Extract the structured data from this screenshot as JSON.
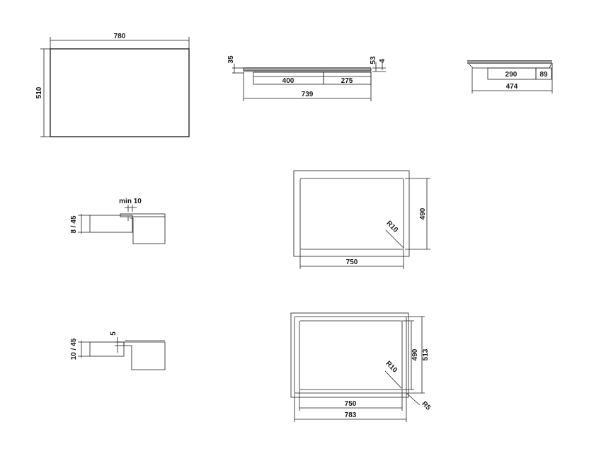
{
  "views": {
    "top": {
      "width": "780",
      "depth": "510"
    },
    "front": {
      "height_total": "35",
      "glass": "4",
      "edge": "53",
      "left_box": "400",
      "right_box": "275",
      "overall": "739"
    },
    "side": {
      "box": "290",
      "offset": "89",
      "overall": "474"
    }
  },
  "flush_detail": {
    "min_gap": "min 10",
    "worktop": "8 / 45"
  },
  "cutout_a": {
    "width": "750",
    "depth": "490",
    "radius": "R10"
  },
  "flush_detail_b": {
    "step": "5",
    "worktop": "10 / 45"
  },
  "cutout_b": {
    "width": "750",
    "outer_width": "783",
    "depth": "490",
    "outer_depth": "513",
    "radius_inner": "R10",
    "radius_outer": "R5"
  }
}
